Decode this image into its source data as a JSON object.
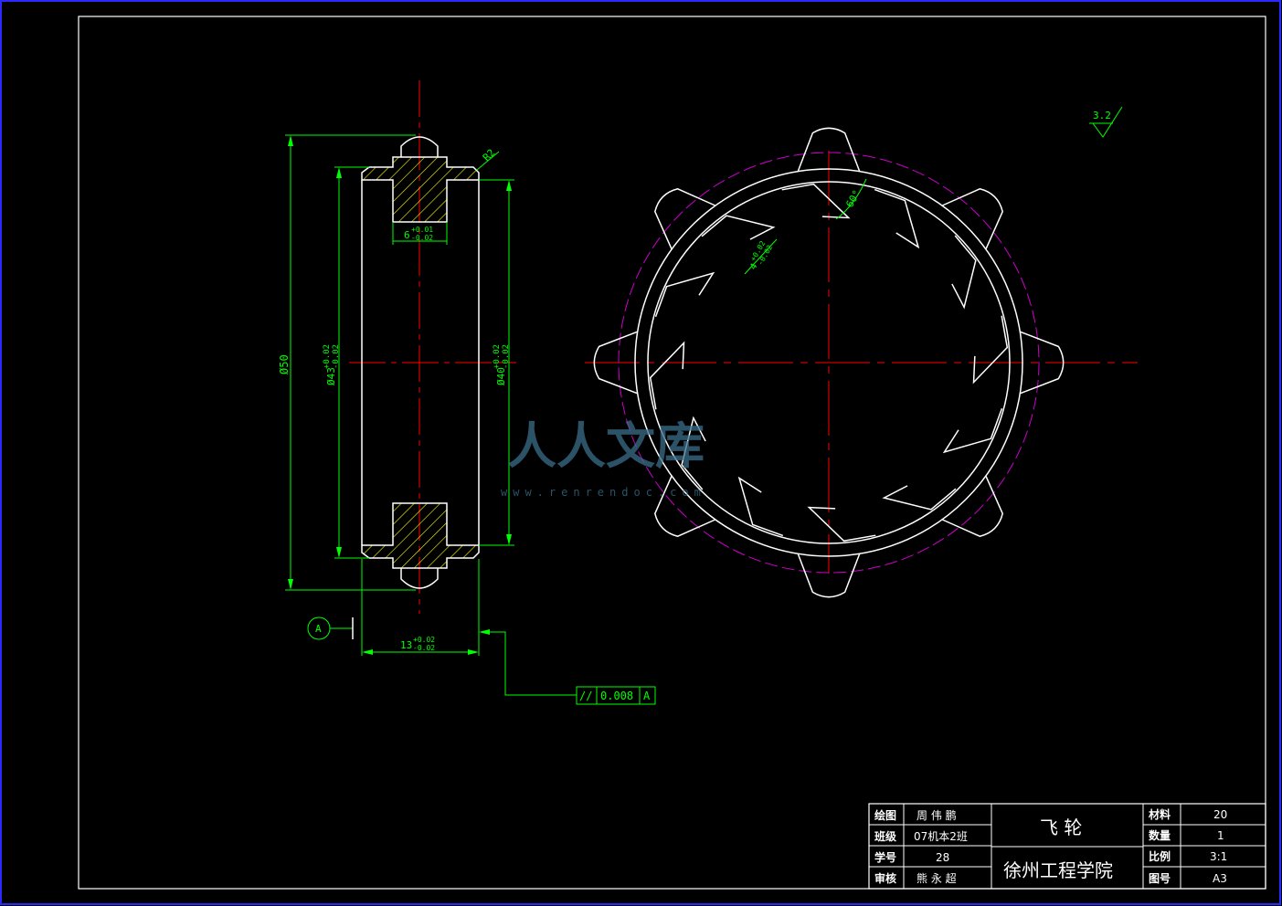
{
  "colors": {
    "background": "#000000",
    "outer_border": "#2a2aff",
    "frame": "#ffffff",
    "outline": "#ffffff",
    "centerline": "#ff0000",
    "dimension": "#00ff00",
    "hatch": "#ffff00",
    "pitch_circle": "#cc00cc",
    "watermark": "#3a6e8a"
  },
  "dimensions": {
    "overall_diameter": "Ø50",
    "bore_diameter": "Ø43",
    "bore_tol_upper": "+0.02",
    "bore_tol_lower": "-0.02",
    "hub_diameter": "Ø40",
    "hub_tol_upper": "+0.02",
    "hub_tol_lower": "-0.02",
    "groove_width": "6",
    "groove_tol_upper": "+0.01",
    "groove_tol_lower": "-0.02",
    "width": "13",
    "width_tol_upper": "+0.02",
    "width_tol_lower": "-0.02",
    "fillet_radius": "R2",
    "slot_width": "4",
    "slot_tol_upper": "+0.02",
    "slot_tol_lower": "-0.02",
    "angle": "60°",
    "roughness": "3.2",
    "datum_label": "A"
  },
  "tolerance_frame": {
    "symbol": "//",
    "value": "0.008",
    "datum": "A"
  },
  "watermark": {
    "text": "人人文库",
    "url": "www.renrendoc.com"
  },
  "title_block": {
    "drawn_label": "绘图",
    "drawn_value": "周 伟 鹏",
    "class_label": "班级",
    "class_value": "07机本2班",
    "student_no_label": "学号",
    "student_no_value": "28",
    "reviewer_label": "审核",
    "reviewer_value": "熊 永 超",
    "part_name": "飞 轮",
    "school": "徐州工程学院",
    "material_label": "材料",
    "material_value": "20",
    "quantity_label": "数量",
    "quantity_value": "1",
    "scale_label": "比例",
    "scale_value": "3:1",
    "drawing_no_label": "图号",
    "drawing_no_value": "A3"
  }
}
